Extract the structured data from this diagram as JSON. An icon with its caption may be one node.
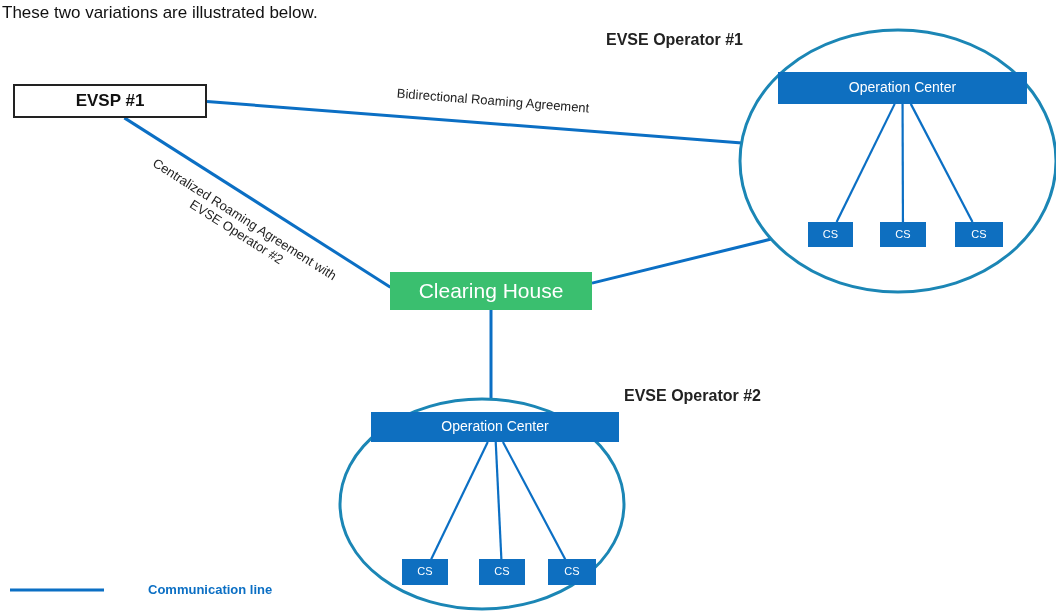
{
  "diagram": {
    "nodes": [
      {
        "text": [
          "EVSE Operator #1"
        ]
      },
      {
        "text": [
          "Operation Center"
        ],
        "in": 0
      },
      {
        "text": [
          "CS"
        ],
        "in": 0
      },
      {
        "text": [
          "CS"
        ],
        "in": 0
      },
      {
        "text": [
          "CS"
        ],
        "in": 0
      },
      {
        "text": [
          "EVSP #1"
        ]
      },
      {
        "text": [
          "Clearing House"
        ]
      },
      {
        "text": [
          "EVSE Operator #2"
        ]
      },
      {
        "text": [
          "Operation Center"
        ],
        "in": 7
      },
      {
        "text": [
          "CS"
        ],
        "in": 7
      },
      {
        "text": [
          "CS"
        ],
        "in": 7
      },
      {
        "text": [
          "CS"
        ],
        "in": 7
      }
    ],
    "edges": [
      {
        "from": 5,
        "to": 0,
        "arrow": "none",
        "label": "Bidirectional Roaming Agreement"
      },
      {
        "from": 5,
        "to": 6,
        "arrow": "none",
        "label": "Centralized Roaming Agreement with EVSE Operator #2"
      },
      {
        "from": 6,
        "to": 0,
        "arrow": "none"
      },
      {
        "from": 6,
        "to": 7,
        "arrow": "none"
      },
      {
        "from": 1,
        "to": 2,
        "arrow": "none"
      },
      {
        "from": 1,
        "to": 3,
        "arrow": "none"
      },
      {
        "from": 1,
        "to": 4,
        "arrow": "none"
      },
      {
        "from": 8,
        "to": 9,
        "arrow": "none"
      },
      {
        "from": 8,
        "to": 10,
        "arrow": "none"
      },
      {
        "from": 8,
        "to": 11,
        "arrow": "none"
      }
    ],
    "labels": [
      "These two variations are illustrated below."
    ],
    "legend": [
      {
        "text": "Communication line"
      }
    ]
  }
}
